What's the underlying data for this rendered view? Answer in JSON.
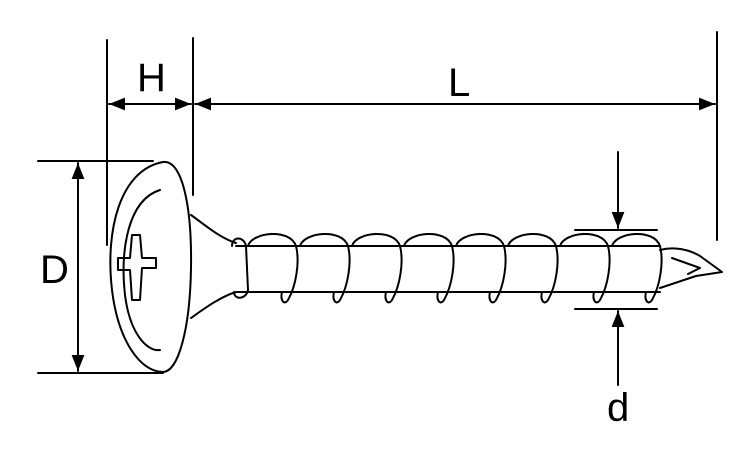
{
  "diagram": {
    "labels": {
      "head_height": "H",
      "length": "L",
      "head_diameter": "D",
      "thread_diameter": "d"
    },
    "line_color": "#000000",
    "background": "#ffffff"
  }
}
